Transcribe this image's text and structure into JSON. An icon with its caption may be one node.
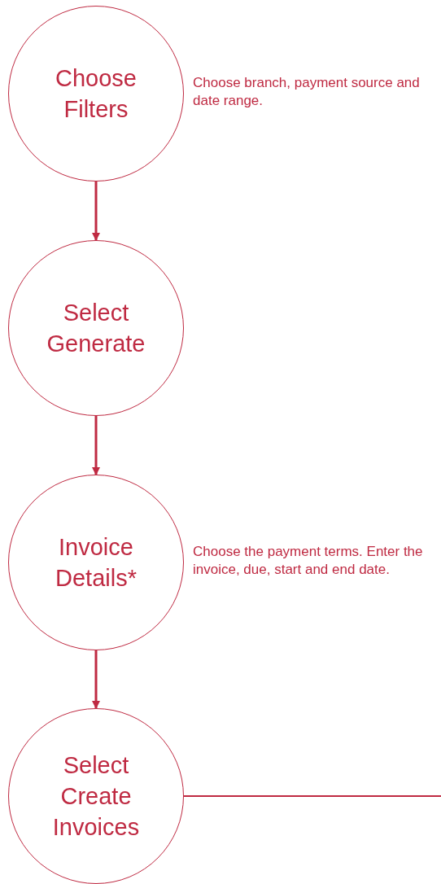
{
  "diagram": {
    "nodes": [
      {
        "text": [
          "Choose Filters"
        ],
        "beside": [
          "Choose branch, payment source and date range."
        ]
      },
      {
        "text": [
          "Select Generate"
        ]
      },
      {
        "text": [
          "Invoice Details*"
        ],
        "beside": [
          "Choose the payment terms. Enter the invoice, due, start and end date."
        ]
      },
      {
        "text": [
          "Select Create Invoices"
        ]
      }
    ],
    "edges": [
      {
        "from": 0,
        "to": 1,
        "arrow": "to"
      },
      {
        "from": 1,
        "to": 2,
        "arrow": "to"
      },
      {
        "from": 2,
        "to": 3,
        "arrow": "to"
      },
      {
        "from": 3,
        "to": null,
        "arrow": "none"
      }
    ]
  }
}
